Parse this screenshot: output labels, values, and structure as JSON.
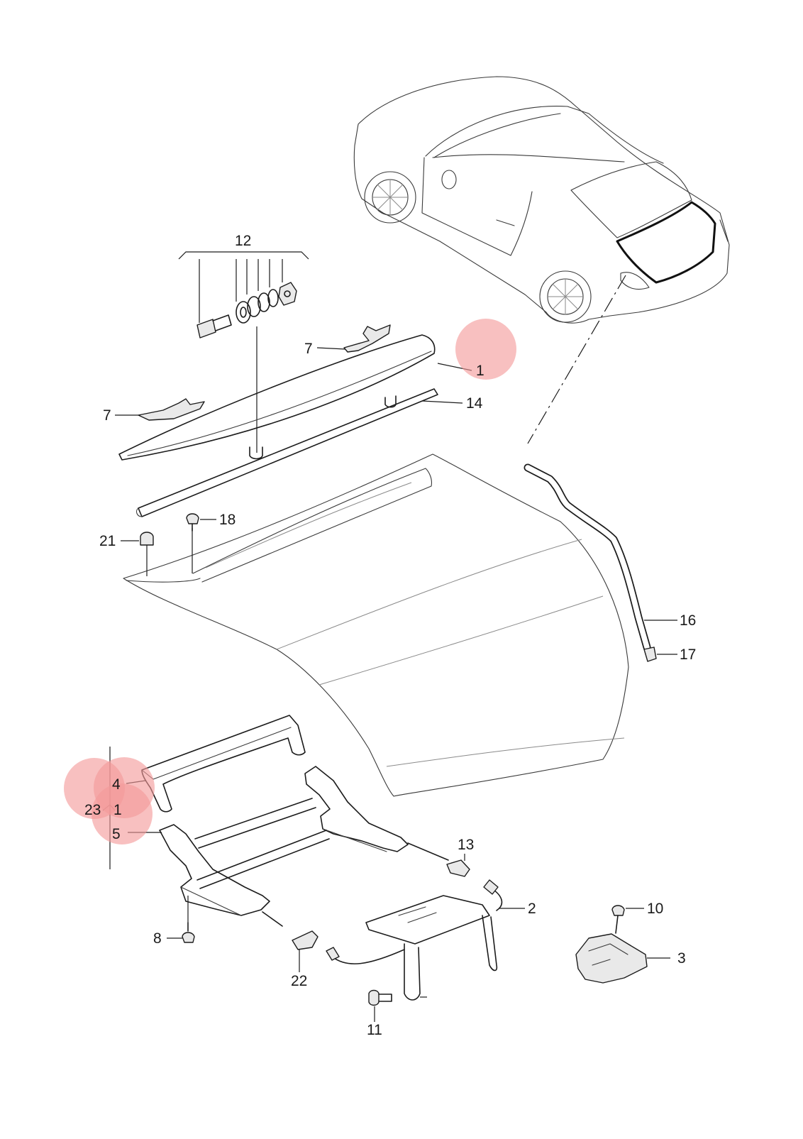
{
  "callouts": {
    "c1_top": "1",
    "c2": "2",
    "c3": "3",
    "c4": "4",
    "c5": "5",
    "c7_right": "7",
    "c7_left": "7",
    "c8": "8",
    "c10": "10",
    "c11": "11",
    "c12": "12",
    "c13": "13",
    "c14": "14",
    "c16": "16",
    "c17": "17",
    "c18": "18",
    "c21": "21",
    "c22": "22",
    "c23": "23",
    "c1_bottom": "1"
  },
  "colors": {
    "highlight": "#f39a9a",
    "line": "#1c1c1c"
  }
}
